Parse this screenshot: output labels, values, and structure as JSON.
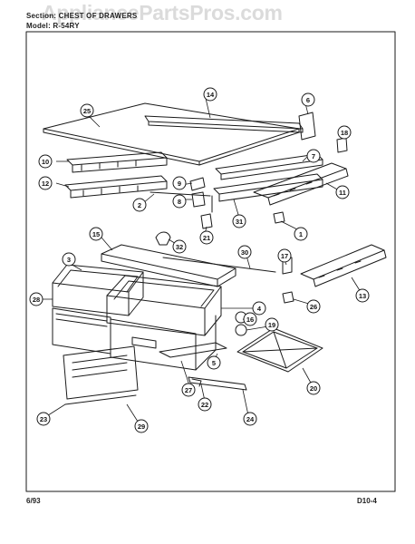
{
  "header": {
    "section_label": "Section:",
    "section_value": "CHEST OF DRAWERS",
    "model_label": "Model:",
    "model_value": "R-54RY"
  },
  "watermark": "AppliancePartsPros.com",
  "footer": {
    "date": "6/93",
    "page_code": "D10-4"
  },
  "callouts": [
    "1",
    "2",
    "3",
    "4",
    "5",
    "6",
    "7",
    "8",
    "9",
    "10",
    "11",
    "12",
    "13",
    "14",
    "15",
    "16",
    "17",
    "18",
    "19",
    "20",
    "21",
    "22",
    "23",
    "24",
    "25",
    "26",
    "27",
    "28",
    "29",
    "30",
    "31",
    "32"
  ],
  "colors": {
    "line": "#1a1a1a",
    "paper": "#ffffff",
    "watermark": "#cfcfcf"
  }
}
